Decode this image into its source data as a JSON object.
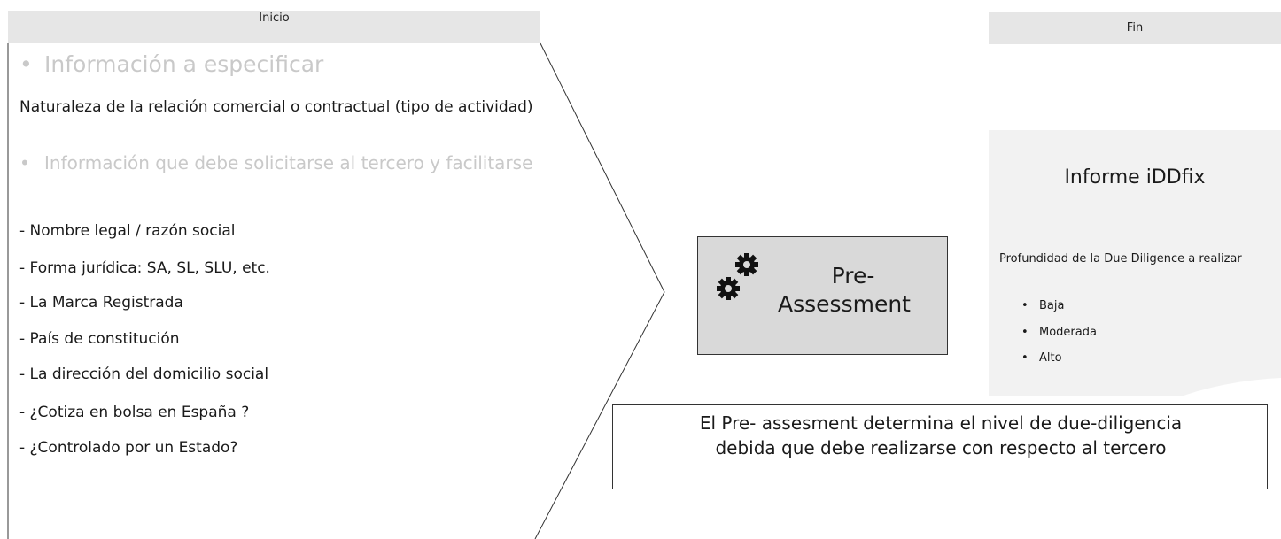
{
  "tabs": {
    "start": "Inicio",
    "end": "Fin"
  },
  "left": {
    "heading1": "Información a especificar",
    "nature": "Naturaleza de la relación comercial o contractual (tipo de actividad)",
    "heading2": "Información que debe solicitarse al tercero y facilitarse",
    "items": [
      "- Nombre legal / razón social",
      "- Forma jurídica: SA, SL, SLU, etc.",
      "- La Marca Registrada",
      "- País de constitución",
      "- La dirección del domicilio social",
      "- ¿Cotiza en bolsa en España ?",
      "- ¿Controlado por un Estado?"
    ],
    "bullet": "•"
  },
  "process": {
    "label": "Pre-\nAssessment",
    "line1": "Pre-",
    "line2": "Assessment",
    "icon": "gears-icon"
  },
  "report": {
    "title": "Informe iDDfix",
    "description": "Profundidad de la Due Diligence a realizar",
    "levels": [
      "Baja",
      "Moderada",
      "Alto"
    ]
  },
  "note": {
    "line1": "El Pre- assesment determina el nivel de due-diligencia",
    "line2": "debida que debe realizarse con respecto al tercero"
  },
  "colors": {
    "tab_bg": "#e6e6e6",
    "box_bg": "#d9d9d9",
    "panel_bg": "#f2f2f2",
    "muted_text": "#c9c9c9"
  }
}
